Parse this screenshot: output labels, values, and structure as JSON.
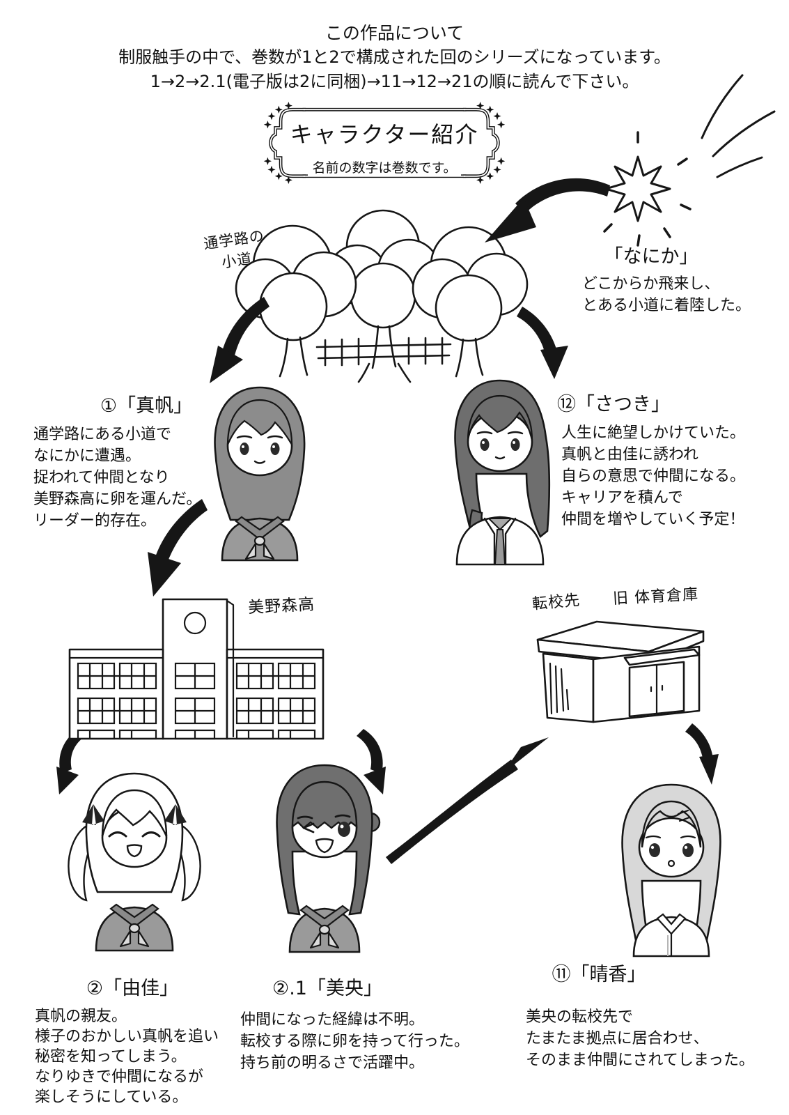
{
  "colors": {
    "ink": "#161616",
    "paper": "#ffffff",
    "uniform_gray": "#9a9a9a",
    "collar_gray": "#8a8a8a",
    "hair_medium": "#8c8c8c",
    "hair_dark": "#6e6e6e",
    "hair_light": "#d8d8d8",
    "neckerchief_light": "#dcdcdc"
  },
  "about": {
    "lines": [
      "この作品について",
      "制服触手の中で、巻数が1と2で構成された回のシリーズになっています。",
      "1→2→2.1(電子版は2に同梱)→11→12→21の順に読んで下さい。"
    ]
  },
  "title_box": {
    "title": "キャラクター紹介",
    "subtitle": "名前の数字は巻数です。"
  },
  "nanika": {
    "name": "「なにか」",
    "desc": [
      "どこからか飛来し、",
      "とある小道に着陸した。"
    ]
  },
  "scene_labels": {
    "path_line1": "通学路の",
    "path_line2": "小道",
    "school": "美野森高",
    "transfer": "転校先",
    "shed": "旧 体育倉庫"
  },
  "characters": [
    {
      "id": "maho",
      "name": "①「真帆」",
      "desc": [
        "通学路にある小道で",
        "なにかに遭遇。",
        "捉われて仲間となり",
        "美野森高に卵を運んだ。",
        "リーダー的存在。"
      ]
    },
    {
      "id": "satsuki",
      "name": "⑫「さつき」",
      "desc": [
        "人生に絶望しかけていた。",
        "真帆と由佳に誘われ",
        "自らの意思で仲間になる。",
        "キャリアを積んで",
        "仲間を増やしていく予定！"
      ]
    },
    {
      "id": "yuka",
      "name": "②「由佳」",
      "desc": [
        "真帆の親友。",
        "様子のおかしい真帆を追い",
        "秘密を知ってしまう。",
        "なりゆきで仲間になるが",
        "楽しそうにしている。"
      ]
    },
    {
      "id": "mio",
      "name": "②.1「美央」",
      "desc": [
        "仲間になった経緯は不明。",
        "転校する際に卵を持って行った。",
        "持ち前の明るさで活躍中。"
      ]
    },
    {
      "id": "haruka",
      "name": "⑪「晴香」",
      "desc": [
        "美央の転校先で",
        "たまたま拠点に居合わせ、",
        "そのまま仲間にされてしまった。"
      ]
    }
  ]
}
